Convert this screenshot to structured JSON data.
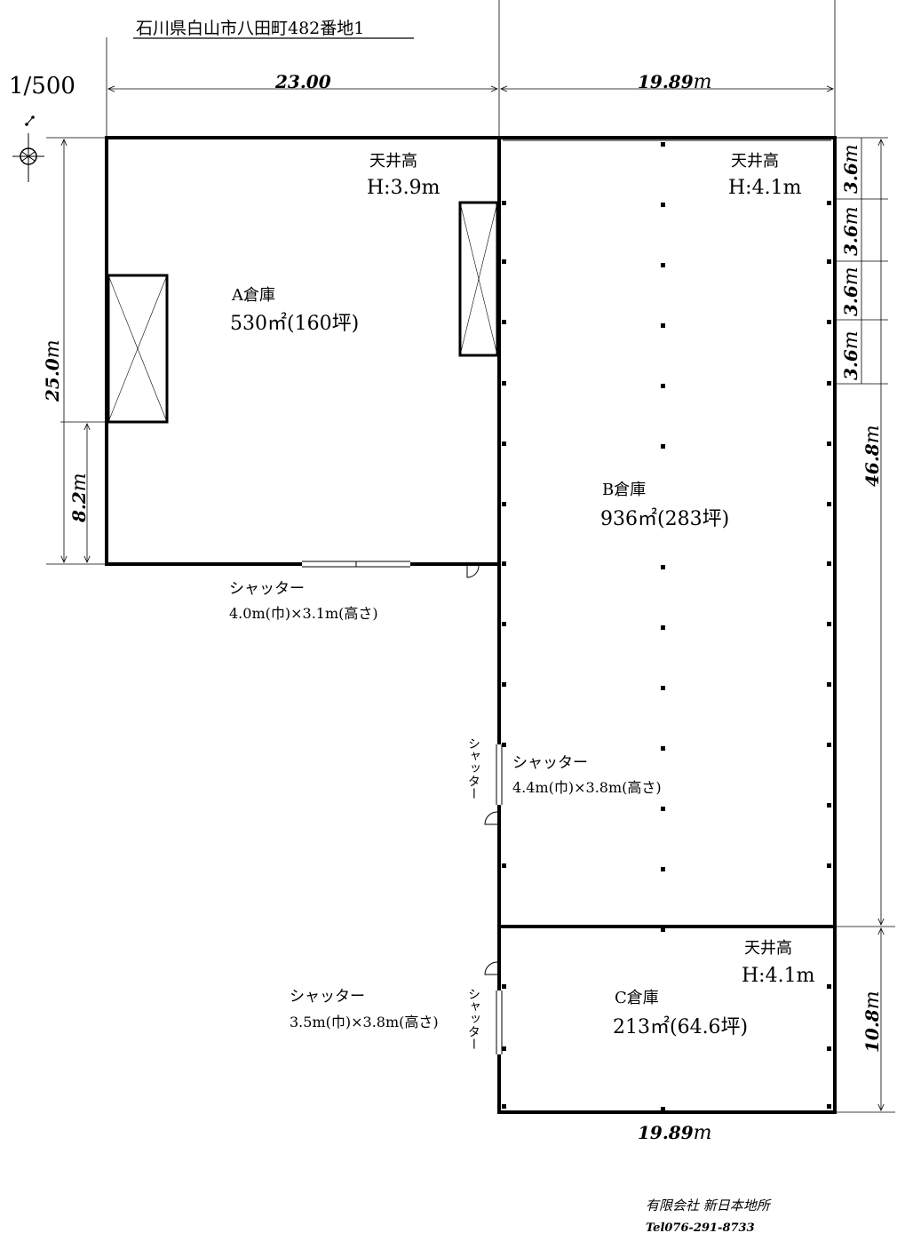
{
  "header": {
    "address": "石川県白山市八田町482番地1",
    "scale": "1/500"
  },
  "dimensions": {
    "top_left": "23.00",
    "top_right_num": "19.89",
    "top_right_unit": "m",
    "left_total_num": "25.0",
    "left_total_unit": "m",
    "left_sub_num": "8.2",
    "left_sub_unit": "m",
    "right_seg": [
      "3.6",
      "3.6",
      "3.6",
      "3.6"
    ],
    "right_seg_unit": "m",
    "right_main_num": "46.8",
    "right_main_unit": "m",
    "right_c_num": "10.8",
    "right_c_unit": "m",
    "bottom_num": "19.89",
    "bottom_unit": "m"
  },
  "warehouse_a": {
    "name": "A倉庫",
    "area": "530㎡(160坪)",
    "ceiling_label": "天井高",
    "ceiling_value": "H:3.9m"
  },
  "warehouse_b": {
    "name": "B倉庫",
    "area": "936㎡(283坪)",
    "ceiling_label": "天井高",
    "ceiling_value": "H:4.1m"
  },
  "warehouse_c": {
    "name": "C倉庫",
    "area": "213㎡(64.6坪)",
    "ceiling_label": "天井高",
    "ceiling_value": "H:4.1m"
  },
  "shutters": {
    "a_title": "シャッター",
    "a_size": "4.0m(巾)×3.1m(高さ)",
    "b_title": "シャッター",
    "b_size": "4.4m(巾)×3.8m(高さ)",
    "c_title": "シャッター",
    "c_size": "3.5m(巾)×3.8m(高さ)",
    "vertical_label": "シャッター"
  },
  "footer": {
    "company": "有限会社 新日本地所",
    "tel": "Tel076-291-8733"
  },
  "icons": [
    "north-compass-icon"
  ]
}
